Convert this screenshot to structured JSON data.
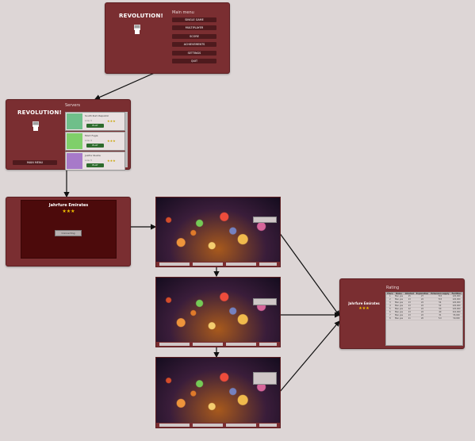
{
  "logo_text": "REVOLUTION!",
  "main_menu": {
    "title": "Main menu",
    "items": [
      "SINGLE GAME",
      "MULTIPLAYER",
      "SCORE",
      "ACHIEVEMENTS",
      "SETTINGS",
      "QUIT"
    ]
  },
  "servers": {
    "title": "Servers",
    "main_menu_button": "MAIN MENU",
    "list": [
      {
        "name": "South Rum Republic",
        "pop": "Low 3",
        "stars": "★★★",
        "play": "PLAY",
        "color": "#6fbf8a"
      },
      {
        "name": "Mont Fugia",
        "pop": "Low 4",
        "stars": "★★★",
        "play": "PLAY",
        "color": "#7fcf6a"
      },
      {
        "name": "Juxifur Rusha",
        "pop": "Low 3",
        "stars": "★★★",
        "play": "PLAY",
        "color": "#a77ac9"
      }
    ]
  },
  "loading": {
    "country": "Jahrfure Emirates",
    "stars": "★★★",
    "status": "Connecting"
  },
  "rating": {
    "title": "Rating",
    "country": "Jahrfure Emirates",
    "stars": "★★★",
    "headers": [
      "Place",
      "Name",
      "Infected",
      "Exploration",
      "Extension supply",
      "Facilities"
    ],
    "rows": [
      [
        "1",
        "Man yes",
        "15",
        "27",
        "715",
        "120,000"
      ],
      [
        "2",
        "Man yes",
        "13",
        "22",
        "715",
        "120,000"
      ],
      [
        "3",
        "Man yes",
        "13",
        "22",
        "54",
        "120,000"
      ],
      [
        "4",
        "Man yes",
        "13",
        "22",
        "52",
        "120,000"
      ],
      [
        "5",
        "Man yes",
        "12",
        "22",
        "50",
        "120,000"
      ],
      [
        "6",
        "Man yes",
        "13",
        "22",
        "40",
        "110,000"
      ],
      [
        "7",
        "Man yes",
        "13",
        "22",
        "31",
        "55,000"
      ],
      [
        "8",
        "Man yes",
        "11",
        "20",
        "5.0",
        "50,000"
      ]
    ]
  }
}
